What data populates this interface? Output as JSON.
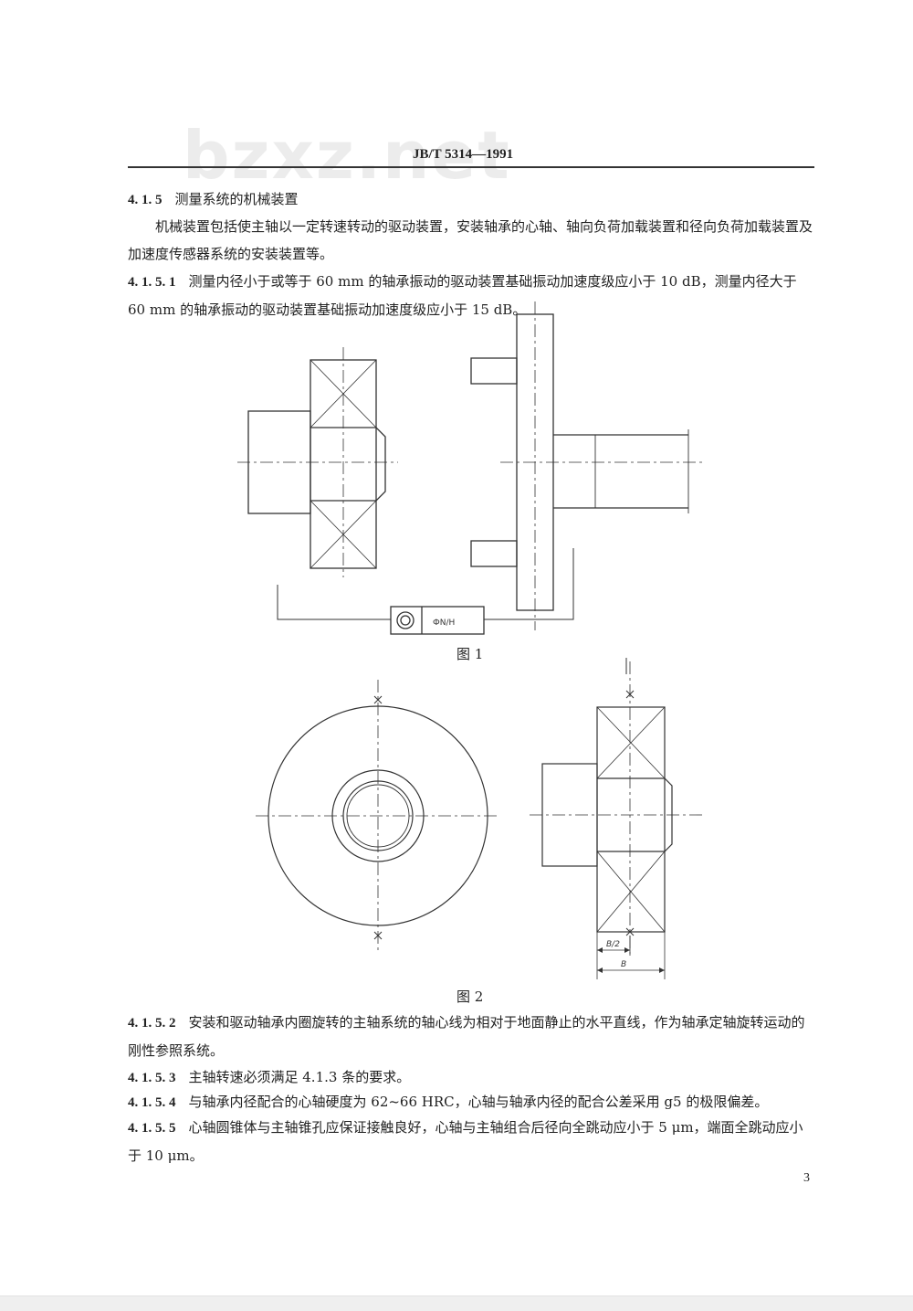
{
  "watermark": "bzxz.net",
  "header": {
    "standard_no": "JB/T 5314—1991"
  },
  "sections": {
    "s415": {
      "number": "4. 1. 5",
      "title": "测量系统的机械装置"
    },
    "s415_body": "机械装置包括使主轴以一定转速转动的驱动装置，安装轴承的心轴、轴向负荷加载装置和径向负荷加载装置及加速度传感器系统的安装装置等。",
    "s4151": {
      "number": "4. 1. 5. 1",
      "text": "测量内径小于或等于 60 mm 的轴承振动的驱动装置基础振动加速度级应小于 10 dB，测量内径大于 60 mm 的轴承振动的驱动装置基础振动加速度级应小于 15 dB。"
    },
    "s4152": {
      "number": "4. 1. 5. 2",
      "text": "安装和驱动轴承内圈旋转的主轴系统的轴心线为相对于地面静止的水平直线，作为轴承定轴旋转运动的刚性参照系统。"
    },
    "s4153": {
      "number": "4. 1. 5. 3",
      "text": "主轴转速必须满足 4.1.3 条的要求。"
    },
    "s4154": {
      "number": "4. 1. 5. 4",
      "text": "与轴承内径配合的心轴硬度为 62~66 HRC，心轴与轴承内径的配合公差采用 g5 的极限偏差。"
    },
    "s4155": {
      "number": "4. 1. 5. 5",
      "text": "心轴圆锥体与主轴锥孔应保证接触良好，心轴与主轴组合后径向全跳动应小于  5  μm，端面全跳动应小于 10 μm。"
    }
  },
  "figures": {
    "fig1": {
      "caption": "图 1",
      "box_label": "ФN/H"
    },
    "fig2": {
      "caption": "图 2",
      "dim_half": "B/2",
      "dim_full": "B"
    }
  },
  "page_number": "3"
}
